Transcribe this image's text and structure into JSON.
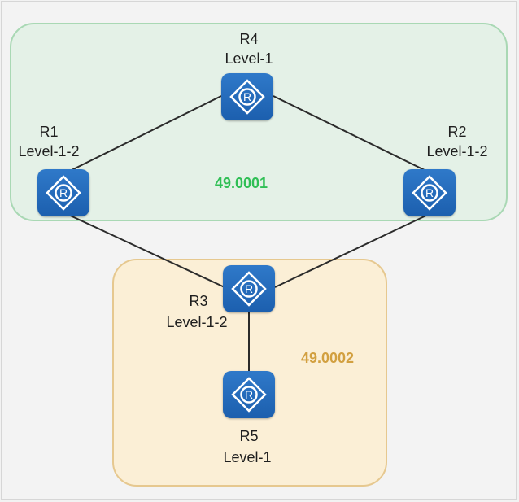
{
  "areas": [
    {
      "id": "49.0001",
      "color": "#2fbf55",
      "fill": "#e4f1e7",
      "border": "#a9d8b4"
    },
    {
      "id": "49.0002",
      "color": "#d2a040",
      "fill": "#fbefd6",
      "border": "#e6c88f"
    }
  ],
  "routers": {
    "r1": {
      "name": "R1",
      "level": "Level-1-2",
      "icon": "router-icon"
    },
    "r2": {
      "name": "R2",
      "level": "Level-1-2",
      "icon": "router-icon"
    },
    "r3": {
      "name": "R3",
      "level": "Level-1-2",
      "icon": "router-icon"
    },
    "r4": {
      "name": "R4",
      "level": "Level-1",
      "icon": "router-icon"
    },
    "r5": {
      "name": "R5",
      "level": "Level-1",
      "icon": "router-icon"
    }
  },
  "links": [
    [
      "R1",
      "R4"
    ],
    [
      "R4",
      "R2"
    ],
    [
      "R1",
      "R3"
    ],
    [
      "R2",
      "R3"
    ],
    [
      "R3",
      "R5"
    ]
  ],
  "colors": {
    "router": "#1c5fae",
    "link": "#2b2b2b",
    "background": "#f3f3f3"
  }
}
